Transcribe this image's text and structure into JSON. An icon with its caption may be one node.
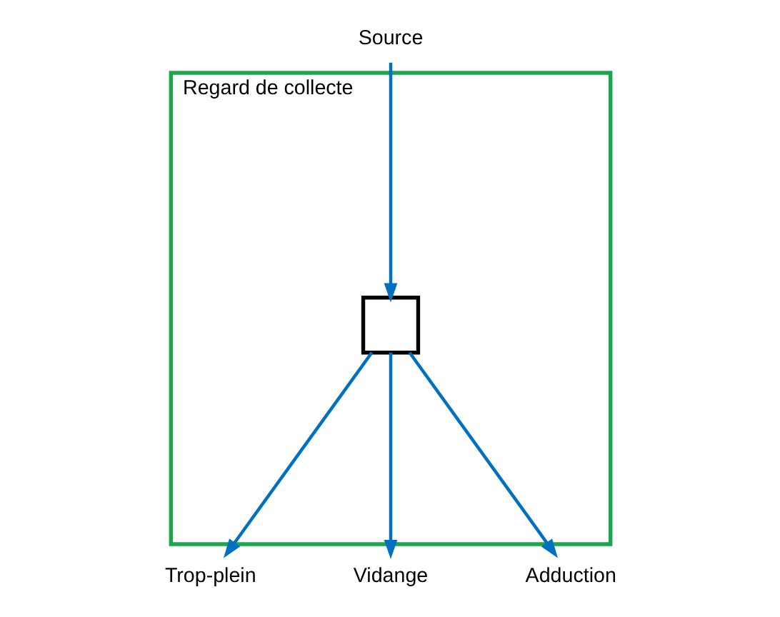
{
  "diagram": {
    "nodes": [
      {
        "text": [
          "Regard de collecte"
        ]
      },
      {
        "text": [],
        "shape": "box",
        "in": 0
      },
      {
        "text": [
          "Source"
        ]
      },
      {
        "text": [
          "Trop-plein"
        ]
      },
      {
        "text": [
          "Vidange"
        ]
      },
      {
        "text": [
          "Adduction"
        ]
      }
    ],
    "edges": [
      {
        "from": 2,
        "to": 1,
        "arrow": "to"
      },
      {
        "from": 1,
        "to": 3,
        "arrow": "to"
      },
      {
        "from": 1,
        "to": 4,
        "arrow": "to"
      },
      {
        "from": 1,
        "to": 5,
        "arrow": "to"
      }
    ]
  }
}
